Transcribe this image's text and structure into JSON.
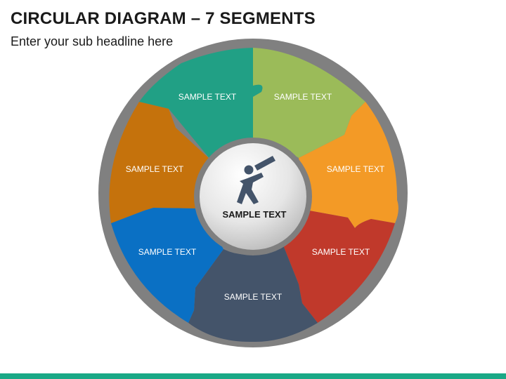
{
  "header": {
    "title": "CIRCULAR DIAGRAM – 7 SEGMENTS",
    "subtitle": "Enter your sub headline here"
  },
  "diagram": {
    "center": {
      "label": "SAMPLE TEXT",
      "icon": "person-with-telescope-icon"
    },
    "segments": [
      {
        "label": "SAMPLE TEXT",
        "color": "#21A085"
      },
      {
        "label": "SAMPLE TEXT",
        "color": "#9BBB59"
      },
      {
        "label": "SAMPLE TEXT",
        "color": "#F39A26"
      },
      {
        "label": "SAMPLE TEXT",
        "color": "#C0392B"
      },
      {
        "label": "SAMPLE TEXT",
        "color": "#44546A"
      },
      {
        "label": "SAMPLE TEXT",
        "color": "#0A70C4"
      },
      {
        "label": "SAMPLE TEXT",
        "color": "#C5720C"
      }
    ],
    "ring_color": "#808080",
    "accent_color": "#1aa886"
  }
}
